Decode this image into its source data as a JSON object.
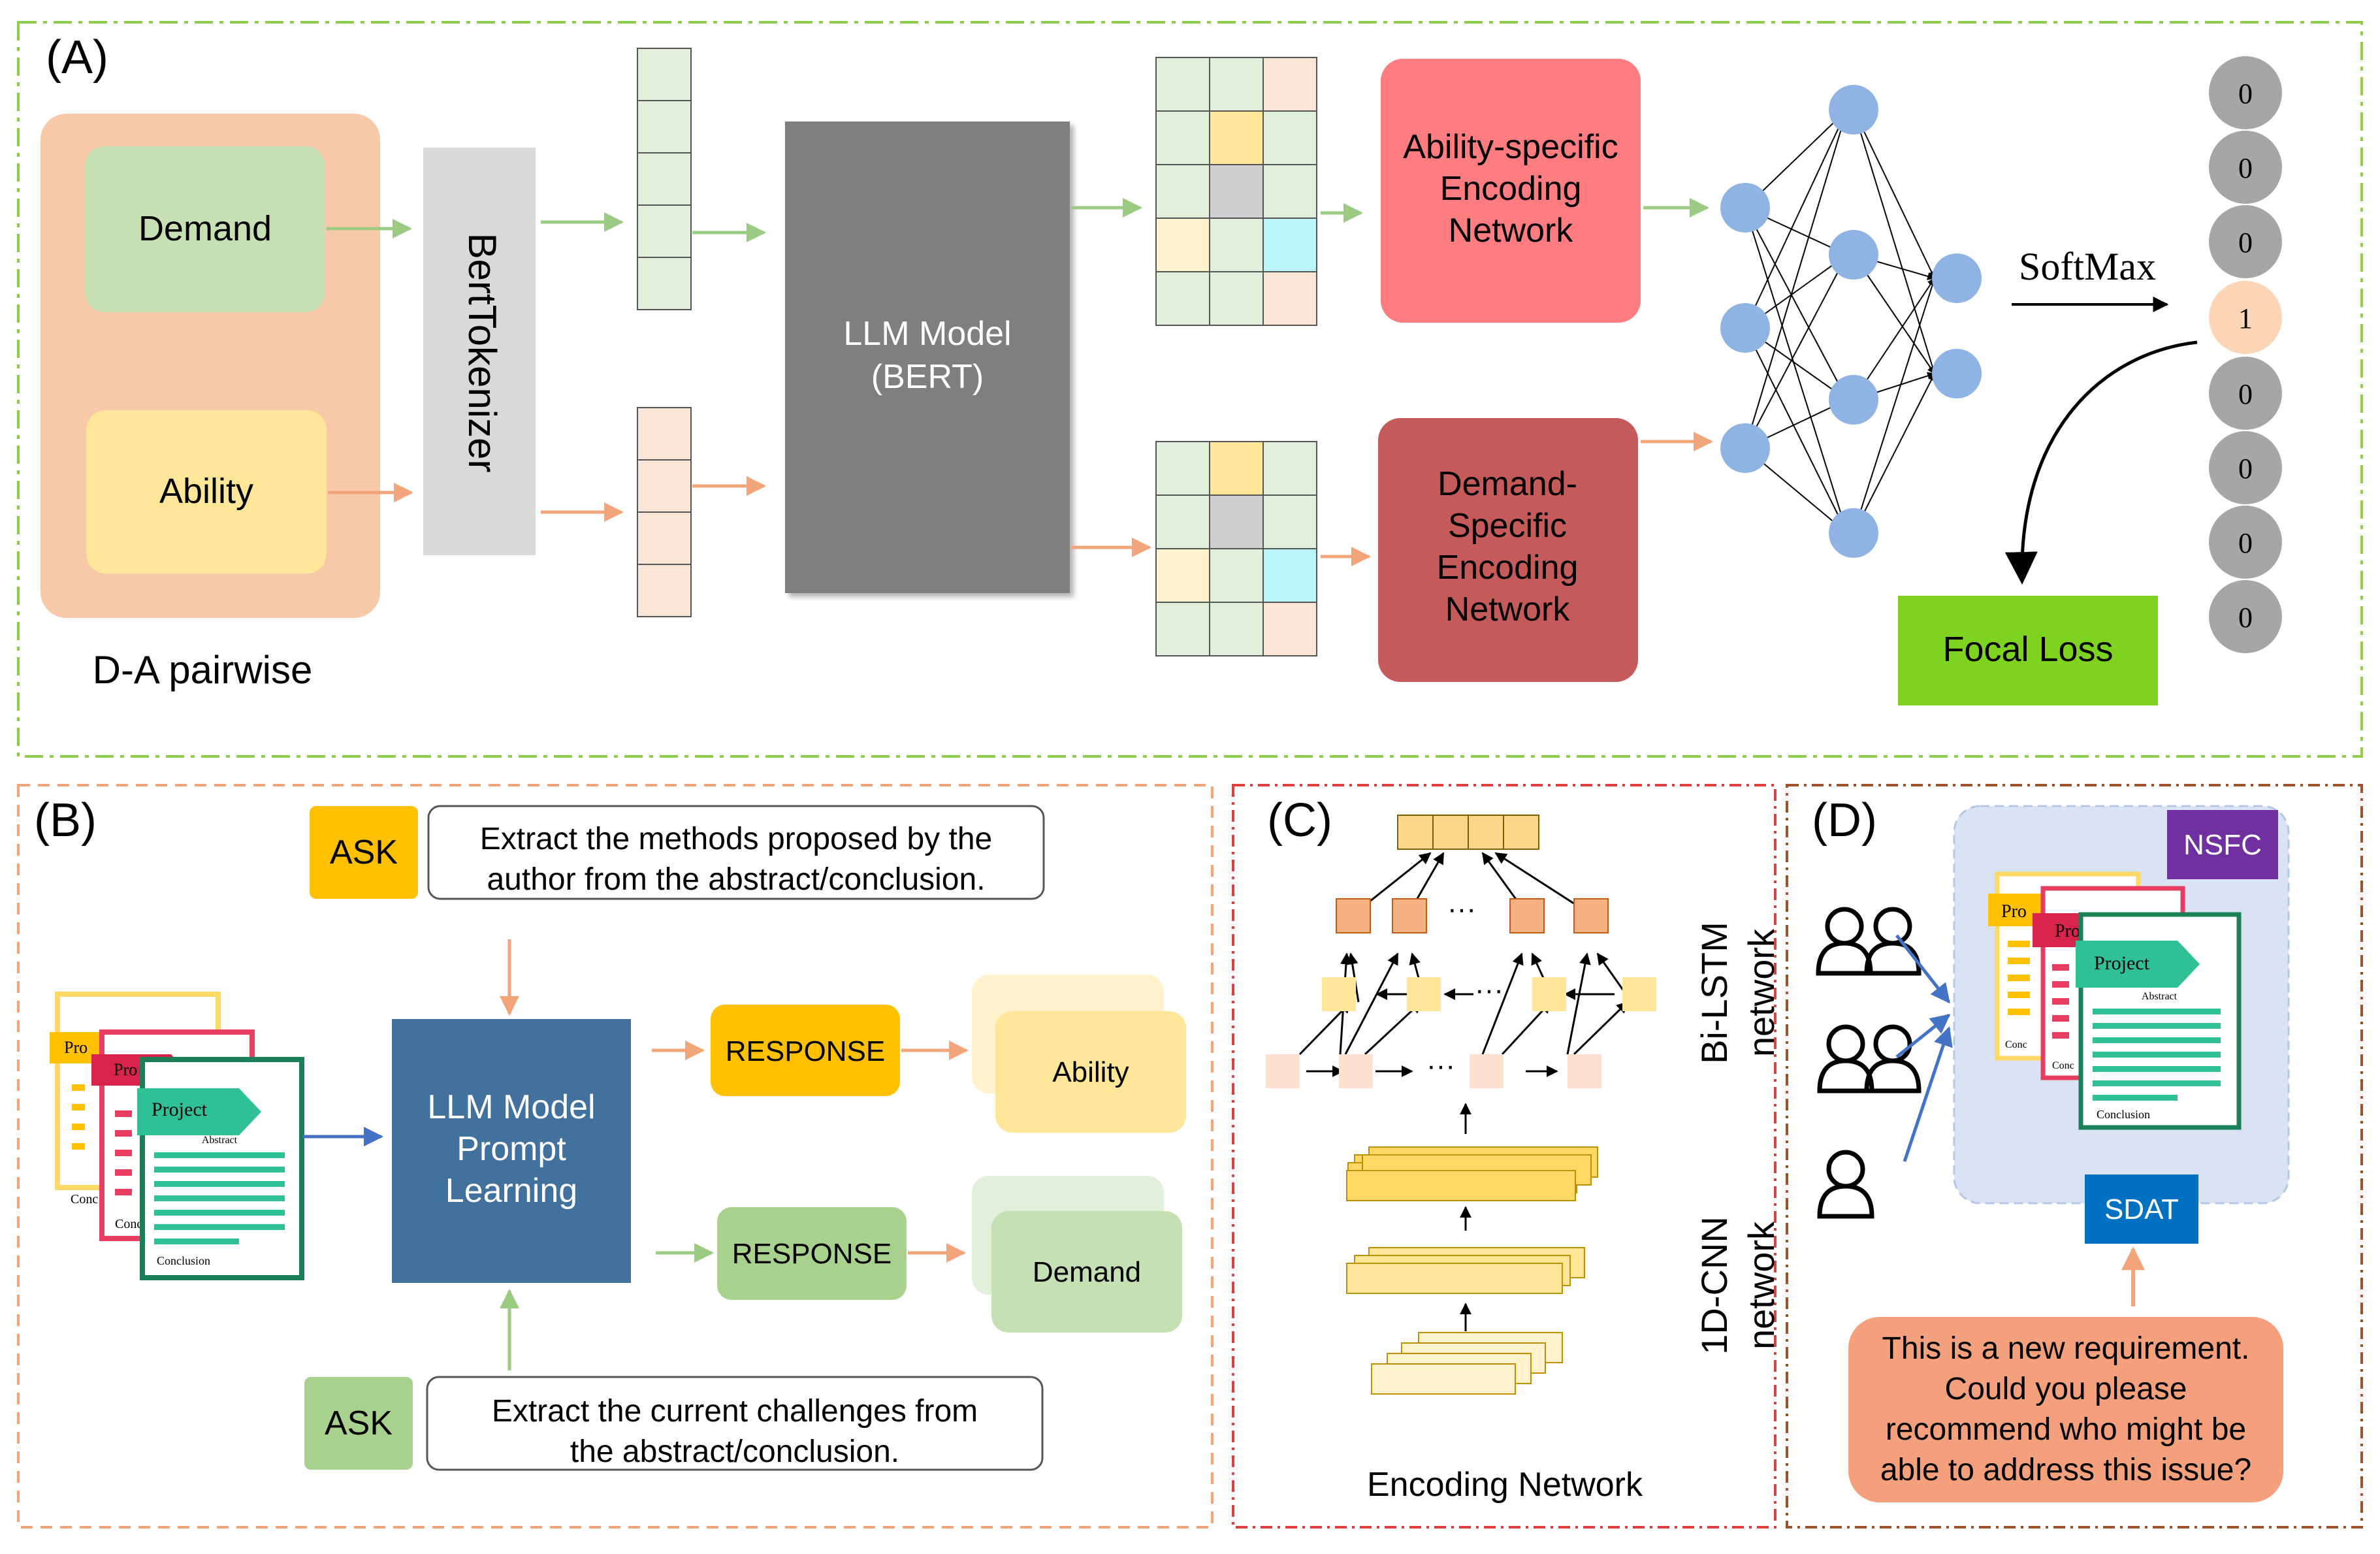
{
  "panel_a": {
    "label": "(A)",
    "group_label": "D-A pairwise",
    "demand": "Demand",
    "ability": "Ability",
    "tokenizer": "BertTokenizer",
    "llm_line1": "LLM Model",
    "llm_line2": "(BERT)",
    "ability_net": [
      "Ability-specific",
      "Encoding",
      "Network"
    ],
    "demand_net": [
      "Demand-",
      "Specific",
      "Encoding",
      "Network"
    ],
    "softmax": "SoftMax",
    "output_values": [
      "0",
      "0",
      "0",
      "1",
      "0",
      "0",
      "0",
      "0"
    ],
    "focal_loss": "Focal Loss"
  },
  "panel_b": {
    "label": "(B)",
    "ask": "ASK",
    "ask_top": [
      "Extract the methods proposed by the",
      "author from the abstract/conclusion."
    ],
    "ask_bottom": [
      "Extract the current challenges from",
      "the abstract/conclusion."
    ],
    "llm": [
      "LLM Model",
      "Prompt",
      "Learning"
    ],
    "response": "RESPONSE",
    "ability": "Ability",
    "demand": "Demand",
    "doc_project": "Project",
    "doc_abstract": "Abstract",
    "doc_conclusion": "Conclusion",
    "doc_pro": "Pro",
    "doc_conc": "Conc"
  },
  "panel_c": {
    "label": "(C)",
    "bilstm": [
      "Bi-LSTM",
      "network"
    ],
    "cnn": [
      "1D-CNN",
      "network"
    ],
    "ellipsis": "···",
    "caption": "Encoding Network"
  },
  "panel_d": {
    "label": "(D)",
    "nsfc": "NSFC",
    "sdat": "SDAT",
    "request": [
      "This is a new requirement.",
      "Could you please",
      "recommend who might be",
      "able to address this issue?"
    ],
    "doc_project": "Project",
    "doc_abstract": "Abstract",
    "doc_conclusion": "Conclusion",
    "doc_pro": "Pro",
    "doc_conc": "Conc"
  },
  "colors": {
    "green_arrow": "#9ccc83",
    "orange_arrow": "#f2a57a",
    "blue_arrow": "#4472c4",
    "node_blue": "#8fb3e3",
    "llm_gray": "#7f7f7f",
    "ability_net": "#ff7c80",
    "demand_net": "#c55a5a",
    "focal_loss": "#7ed321",
    "llm_prompt": "#41719c",
    "response_yellow": "#ffc000",
    "response_green": "#a9d18e",
    "nsfc": "#7030a0",
    "sdat": "#0070c0",
    "request_bubble": "#f4a07c"
  }
}
